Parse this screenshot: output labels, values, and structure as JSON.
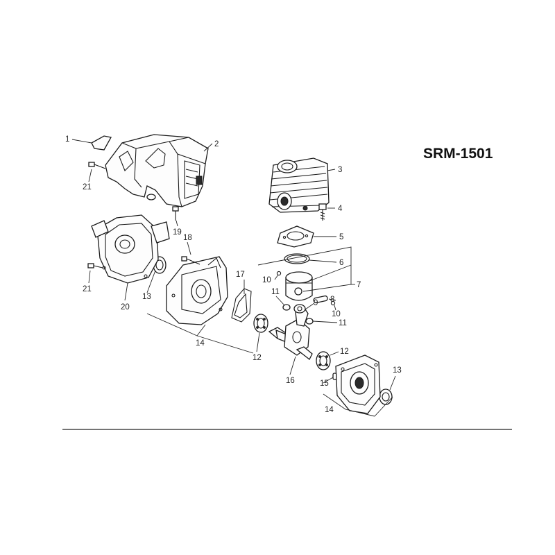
{
  "model": "SRM-1501",
  "callouts": {
    "c1": "1",
    "c2": "2",
    "c3": "3",
    "c4": "4",
    "c5": "5",
    "c6": "6",
    "c7": "7",
    "c8": "8",
    "c9": "9",
    "c10a": "10",
    "c10b": "10",
    "c11a": "11",
    "c11b": "11",
    "c12a": "12",
    "c12b": "12",
    "c13a": "13",
    "c13b": "13",
    "c14a": "14",
    "c14b": "14",
    "c15": "15",
    "c16": "16",
    "c17": "17",
    "c18": "18",
    "c19": "19",
    "c20": "20",
    "c21a": "21",
    "c21b": "21"
  }
}
